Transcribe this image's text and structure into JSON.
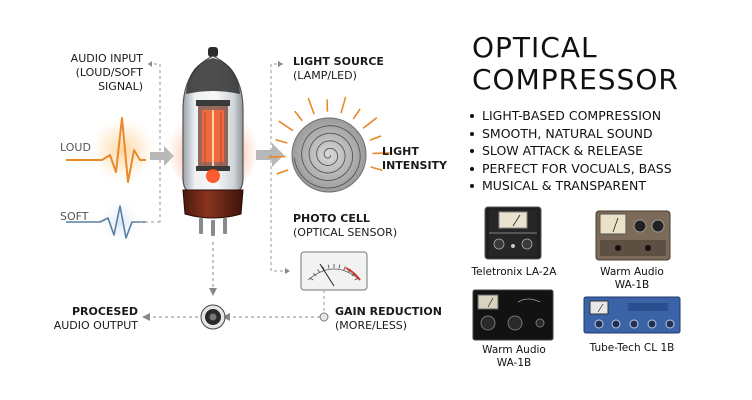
{
  "title": {
    "line1": "OPTICAL",
    "line2": "COMPRESSOR"
  },
  "bullets": [
    "LIGHT-BASED COMPRESSION",
    "SMOOTH, NATURAL SOUND",
    "SLOW ATTACK & RELEASE",
    "PERFECT FOR VOCUALS, BASS",
    "MUSICAL & TRANSPARENT"
  ],
  "diagram": {
    "audio_input": {
      "line1": "AUDIO INPUT",
      "line2": "(LOUD/SOFT",
      "line3": "SIGNAL)"
    },
    "loud": "LOUD",
    "soft": "SOFT",
    "light_source": {
      "line1": "LIGHT SOURCE",
      "line2": "(LAMP/LED)"
    },
    "light_intensity": {
      "line1": "LIGHT",
      "line2": "INTENSITY"
    },
    "photo_cell": {
      "line1": "PHOTO CELL",
      "line2": "(OPTICAL SENSOR)"
    },
    "gain_reduction": {
      "line1": "GAIN REDUCTION",
      "line2": "(MORE/LESS)"
    },
    "output": {
      "line1": "PROCESED",
      "line2": "AUDIO OUTPUT"
    }
  },
  "products": [
    {
      "name": "Teletronix LA-2A",
      "line2": ""
    },
    {
      "name": "Warm Audio",
      "line2": "WA-1B"
    },
    {
      "name": "Warm Audio",
      "line2": "WA-1B"
    },
    {
      "name": "Tube-Tech CL 1B",
      "line2": ""
    }
  ],
  "colors": {
    "accent_orange": "#e8892a",
    "glow_red": "#ff5a2a",
    "arrow_gray": "#b8b8b8",
    "tube_base": "#7a2a1a"
  }
}
